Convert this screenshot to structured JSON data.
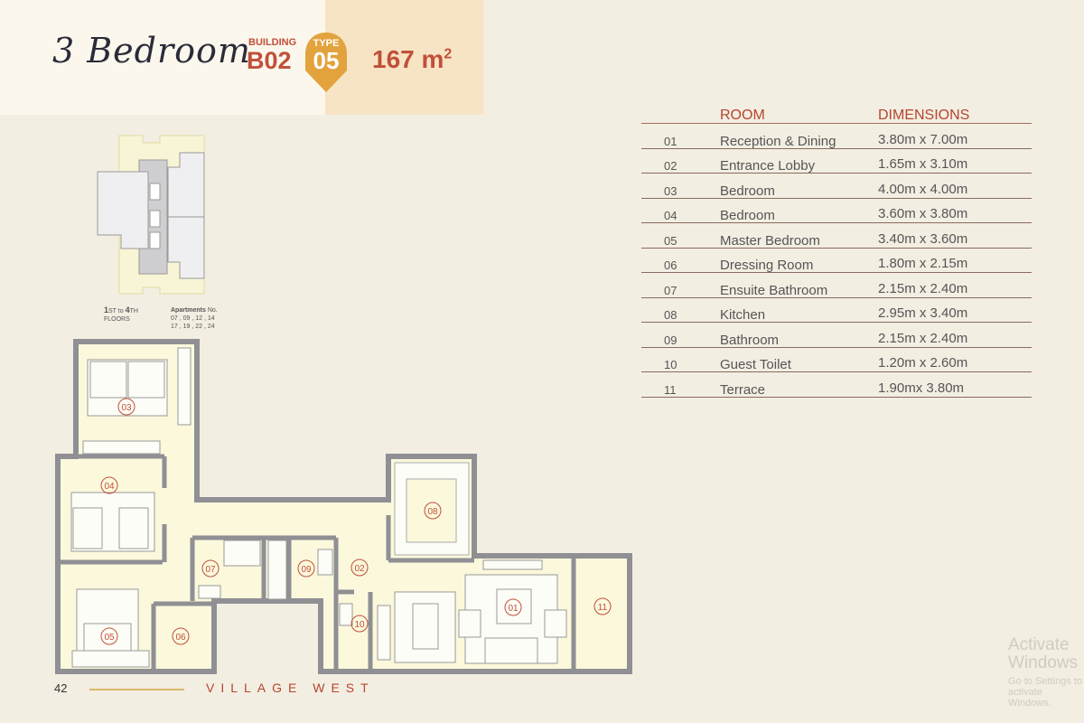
{
  "header": {
    "title": "3 Bedroom",
    "building_label": "BUILDING",
    "building_value": "B02",
    "type_label": "TYPE",
    "type_value": "05",
    "area_value": "167 m",
    "area_unit_sup": "2"
  },
  "colors": {
    "accent": "#c0503a",
    "pin": "#e3a33c",
    "plan_fill": "#fbf7dc",
    "wall": "#8f8f94"
  },
  "keyplan": {
    "floors_from": "1",
    "floors_from_suffix": "ST",
    "floors_to_word": "to",
    "floors_to": "4",
    "floors_to_suffix": "TH",
    "floors_label": "FLOORS",
    "apartments_label": "Apartments",
    "apartments_no": "No.",
    "apartments_line1": "07 , 09 , 12 , 14",
    "apartments_line2": "17 , 19 , 22 , 24"
  },
  "table": {
    "headers": {
      "room": "ROOM",
      "dimensions": "DIMENSIONS"
    },
    "rows": [
      {
        "num": "01",
        "room": "Reception & Dining",
        "dim": "3.80m x 7.00m"
      },
      {
        "num": "02",
        "room": "Entrance Lobby",
        "dim": "1.65m x 3.10m"
      },
      {
        "num": "03",
        "room": "Bedroom",
        "dim": "4.00m x 4.00m"
      },
      {
        "num": "04",
        "room": "Bedroom",
        "dim": "3.60m x 3.80m"
      },
      {
        "num": "05",
        "room": "Master Bedroom",
        "dim": "3.40m x 3.60m"
      },
      {
        "num": "06",
        "room": "Dressing Room",
        "dim": "1.80m x 2.15m"
      },
      {
        "num": "07",
        "room": "Ensuite Bathroom",
        "dim": "2.15m x 2.40m"
      },
      {
        "num": "08",
        "room": "Kitchen",
        "dim": "2.95m x 3.40m"
      },
      {
        "num": "09",
        "room": "Bathroom",
        "dim": "2.15m x 2.40m"
      },
      {
        "num": "10",
        "room": "Guest Toilet",
        "dim": "1.20m x 2.60m"
      },
      {
        "num": "11",
        "room": "Terrace",
        "dim": "1.90mx 3.80m"
      }
    ]
  },
  "plan_labels": {
    "r01": "01",
    "r02": "02",
    "r03": "03",
    "r04": "04",
    "r05": "05",
    "r06": "06",
    "r07": "07",
    "r08": "08",
    "r09": "09",
    "r10": "10",
    "r11": "11"
  },
  "footer": {
    "page": "42",
    "brand": "VILLAGE WEST"
  },
  "watermark": {
    "line1": "Activate Windows",
    "line2": "Go to Settings to activate Windows."
  }
}
